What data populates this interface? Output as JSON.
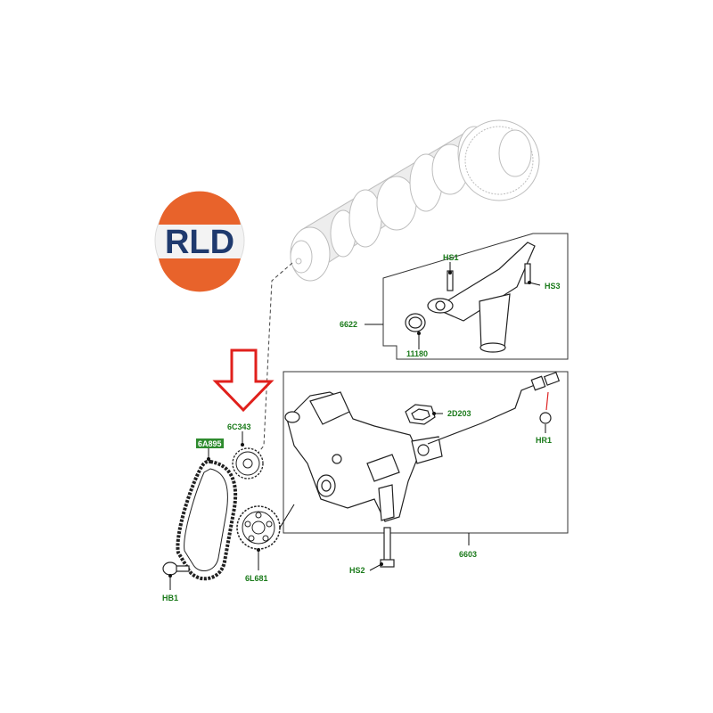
{
  "logo": {
    "text": "RLD",
    "colors": {
      "orange": "#e8632b",
      "navy": "#1f3a6e"
    }
  },
  "labels": {
    "hs1": "HS1",
    "hs3": "HS3",
    "p6622": "6622",
    "p11180": "11180",
    "p6c343": "6C343",
    "p2d203": "2D203",
    "hr1": "HR1",
    "p6a895": "6A895",
    "hb1": "HB1",
    "p6l681": "6L681",
    "hs2": "HS2",
    "p6603": "6603"
  },
  "colors": {
    "label_green": "#1a7a1a",
    "highlight_tag": "#2e8b2e",
    "arrow_red": "#e0201c",
    "sensor_red": "#d22"
  }
}
